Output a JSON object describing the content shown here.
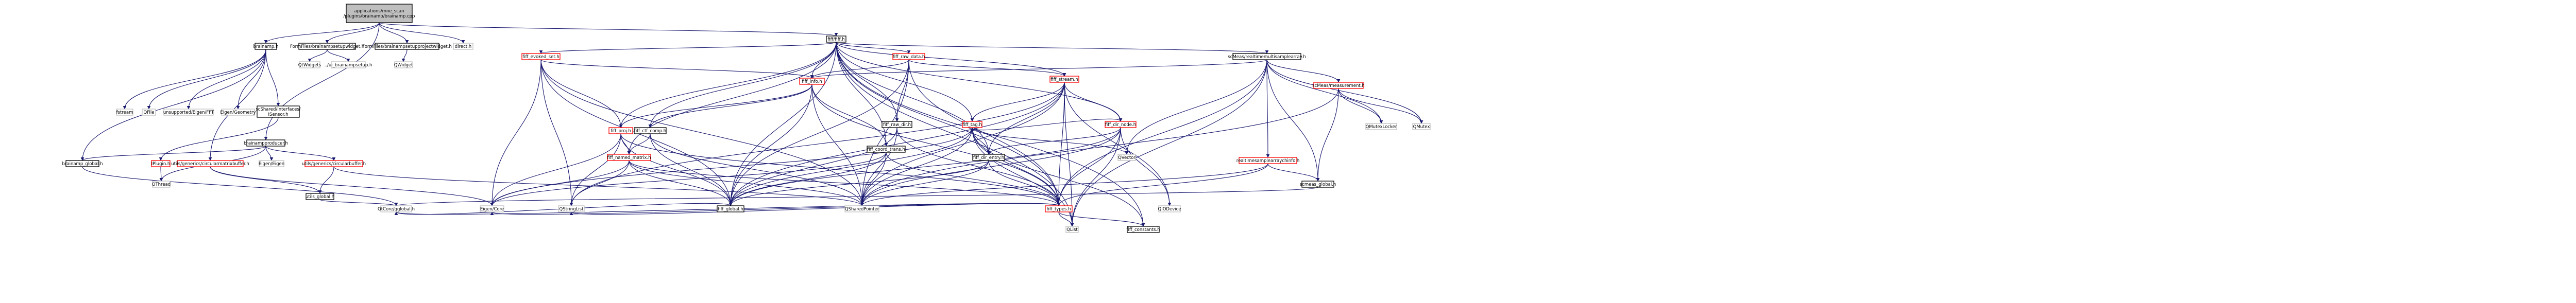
{
  "nodes": {
    "root": "applications/mne_scan/plugins/brainamp/brainamp.cpp",
    "brainamp_h": "brainamp.h",
    "formfiles_widget": "FormFiles/brainampsetupwidget.h",
    "formfiles_project": "FormFiles/brainampsetupprojectwidget.h",
    "direct_h": "direct.h",
    "fiff_h": "fiff/fiff.h",
    "ui_brainampsetup": "../ui_brainampsetup.h",
    "qwidgets": "QtWidgets",
    "qwidget": "QWidget",
    "brainampproducer_h": "brainampproducer.h",
    "fstream": "fstream",
    "qfile": "QFile",
    "unsupported_fft": "unsupported/Eigen/FFT",
    "eigen_geometry": "Eigen/Geometry",
    "scshared_isensor": "scShared/Interfaces/ISensor.h",
    "brainamp_global": "brainamp_global.h",
    "iplugin": "IPlugin.h",
    "utils_circularmatrixbuffer": "utils/generics/circularmatrixbuffer.h",
    "eigen_eigen": "Eigen/Eigen",
    "utils_circularbuffer": "utils/generics/circularbuffer.h",
    "qthread": "QThread",
    "utils_global": "utils_global.h",
    "qtcore_qtglobal": "QtCore/qglobal.h",
    "eigen_core": "Eigen/Core",
    "qstringlist": "QStringList",
    "fiff_evoked_set": "fiff_evoked_set.h",
    "fiff_info": "fiff_info.h",
    "fiff_proj": "fiff_proj.h",
    "fiff_ctf_comp": "fiff_ctf_comp.h",
    "fiff_named_matrix": "fiff_named_matrix.h",
    "fiff_raw_data": "fiff_raw_data.h",
    "fiff_raw_dir": "fiff_raw_dir.h",
    "fiff_coord_trans": "fiff_coord_trans.h",
    "fiff_global": "fiff_global.h",
    "qsharedpointer": "QSharedPointer",
    "fiff_stream": "fiff_stream.h",
    "fiff_tag": "fiff_tag.h",
    "fiff_dir_node": "fiff_dir_node.h",
    "fiff_dir_entry": "fiff_dir_entry.h",
    "fiff_types": "fiff_types.h",
    "qiodevice": "QIODevice",
    "qvector": "QVector",
    "qlist": "QList",
    "fiff_constants": "fiff_constants.h",
    "scmeas_realtimemultisample": "scMeas/realtimemultisamplearray.h",
    "scmeas_measurement": "scMeas/measurement.h",
    "realtimesamplearraychinfo": "realtimesamplearraychinfo.h",
    "scmeas_global": "scmeas_global.h",
    "qmutexlocker": "QMutexLocker",
    "qmutex": "QMutex"
  },
  "colors": {
    "edge": "#191970",
    "root_fill": "#bfbfbf",
    "documented_border": "#000000",
    "undocumented_border": "#bfbfbf",
    "incomplete_border": "#ff0000"
  }
}
